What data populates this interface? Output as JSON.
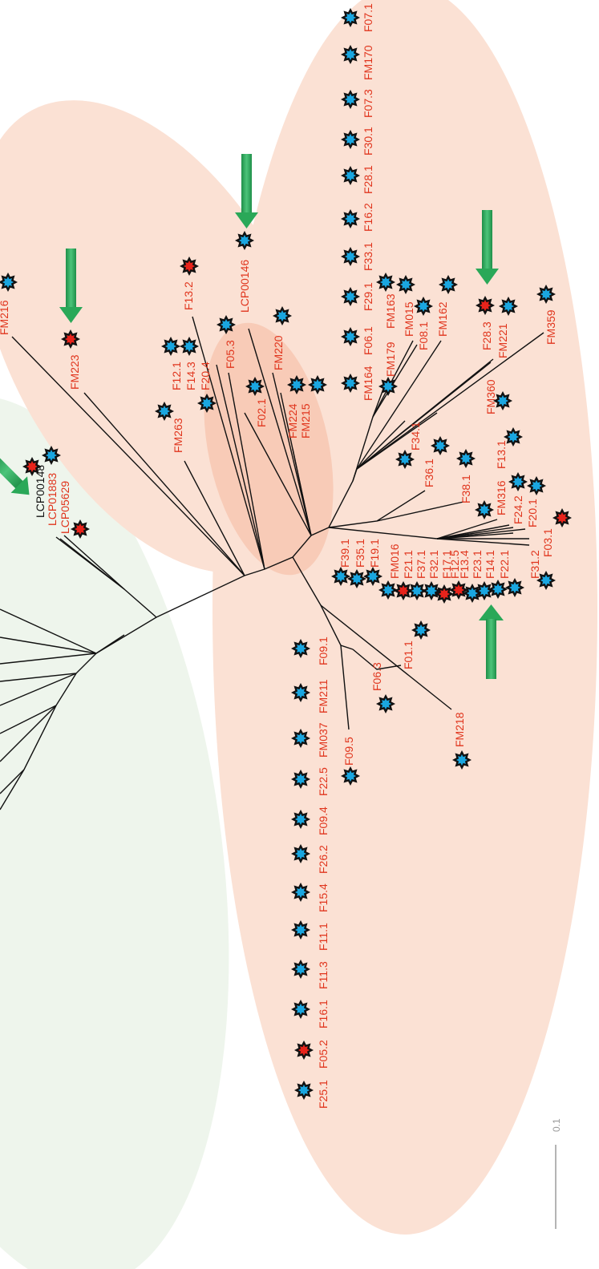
{
  "colors": {
    "pink_region": "#fbe1d4",
    "pink_inner": "#f7c7b2",
    "green_region": "#eef5ec",
    "branch": "#111111",
    "label_red": "#e0341c",
    "label_black": "#111111",
    "marker_blue": "#1aa6e0",
    "marker_red": "#e8231b",
    "arrow_green": "#2aa858",
    "scale_gray": "#9a9a9a"
  },
  "labels": {
    "FM216": "FM216",
    "FM223": "FM223",
    "F13_2": "F13.2",
    "LCP00146": "LCP00146",
    "F12_1": "F12.1",
    "F14_3": "F14.3",
    "F20_4": "F20.4",
    "F05_3": "F05.3",
    "FM263": "FM263",
    "F02_1": "F02.1",
    "FM220": "FM220",
    "FM224": "FM224",
    "FM215": "FM215",
    "LCP00148": "LCP00148",
    "LCP01883": "LCP01883",
    "LCP05629": "LCP05629",
    "F07_1": "F07.1",
    "FM170": "FM170",
    "F07_3": "F07.3",
    "F30_1": "F30.1",
    "F28_1": "F28.1",
    "F16_2": "F16.2",
    "F33_1": "F33.1",
    "F29_1": "F29.1",
    "F06_1": "F06.1",
    "FM164": "FM164",
    "FM179": "FM179",
    "FM163": "FM163",
    "FM015": "FM015",
    "F08_1": "F08.1",
    "FM162": "FM162",
    "F28_3": "F28.3",
    "FM221": "FM221",
    "FM359": "FM359",
    "FM360": "FM360",
    "F34_1": "F34.1",
    "F36_1": "F36.1",
    "F38_1": "F38.1",
    "F13_1": "F13.1",
    "FM316": "FM316",
    "F24_2": "F24.2",
    "F20_1": "F20.1",
    "F03_1": "F03.1",
    "F39_1": "F39.1",
    "F35_1": "F35.1",
    "F19_1": "F19.1",
    "FM016": "FM016",
    "F21_1": "F21.1",
    "F37_1": "F37.1",
    "F32_1": "F32.1",
    "F17_1": "F17.1",
    "F12_5": "F12.5",
    "F13_4": "F13.4",
    "F23_1": "F23.1",
    "F14_1": "F14.1",
    "F22_1": "F22.1",
    "F31_2": "F31.2",
    "F01_1": "F01.1",
    "F06_3": "F06.3",
    "FM218": "FM218",
    "F09_5": "F09.5",
    "F09_1": "F09.1",
    "FM211": "FM211",
    "FM037": "FM037",
    "F22_5": "F22.5",
    "F09_4": "F09.4",
    "F26_2": "F26.2",
    "F15_4": "F15.4",
    "F11_1": "F11.1",
    "F11_3": "F11.3",
    "F16_1": "F16.1",
    "F05_2": "F05.2",
    "F25_1": "F25.1"
  },
  "scale_bar": {
    "label": "0.1"
  }
}
